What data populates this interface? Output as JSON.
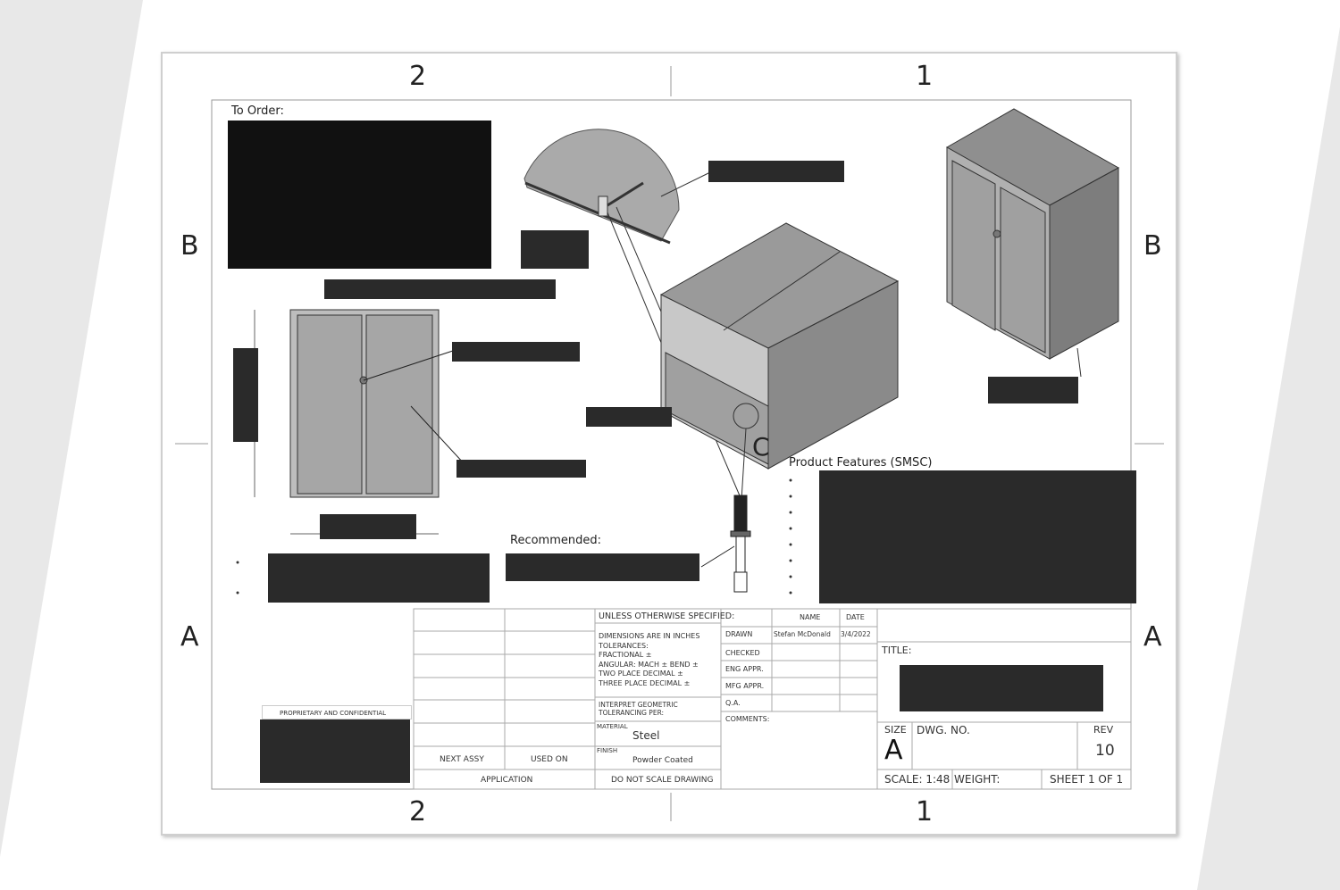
{
  "zones": {
    "top": [
      "2",
      "1"
    ],
    "bottom": [
      "2",
      "1"
    ],
    "left": [
      "B",
      "A"
    ],
    "right": [
      "B",
      "A"
    ]
  },
  "labels": {
    "to_order": "To Order:",
    "recommended": "Recommended:",
    "product_features": "Product Features (SMSC)",
    "detail_c": "C",
    "proprietary": "PROPRIETARY AND CONFIDENTIAL"
  },
  "title_block": {
    "unless": "UNLESS OTHERWISE SPECIFIED:",
    "dims": [
      "DIMENSIONS ARE IN INCHES",
      "TOLERANCES:",
      "FRACTIONAL ±",
      "ANGULAR: MACH ±    BEND ±",
      "TWO PLACE DECIMAL    ±",
      "THREE PLACE DECIMAL  ±"
    ],
    "interpret": [
      "INTERPRET GEOMETRIC",
      "TOLERANCING PER:"
    ],
    "material_label": "MATERIAL",
    "material": "Steel",
    "finish_label": "FINISH",
    "finish": "Powder Coated",
    "next_assy": "NEXT ASSY",
    "used_on": "USED ON",
    "application": "APPLICATION",
    "no_scale": "DO NOT SCALE DRAWING",
    "name": "NAME",
    "date": "DATE",
    "rows": [
      {
        "label": "DRAWN",
        "name": "Stefan McDonald",
        "date": "3/4/2022"
      },
      {
        "label": "CHECKED",
        "name": "",
        "date": ""
      },
      {
        "label": "ENG APPR.",
        "name": "",
        "date": ""
      },
      {
        "label": "MFG APPR.",
        "name": "",
        "date": ""
      },
      {
        "label": "Q.A.",
        "name": "",
        "date": ""
      }
    ],
    "comments": "COMMENTS:",
    "title": "TITLE:",
    "size_label": "SIZE",
    "size": "A",
    "dwg_no": "DWG. NO.",
    "rev_label": "REV",
    "rev": "10",
    "scale": "SCALE: 1:48",
    "weight": "WEIGHT:",
    "sheet": "SHEET 1 OF 1"
  }
}
